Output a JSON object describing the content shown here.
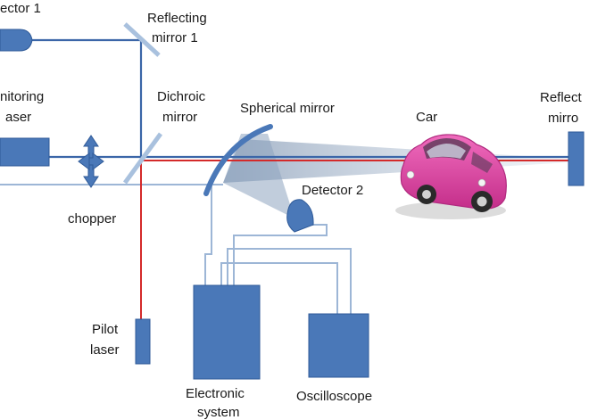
{
  "labels": {
    "detector1": "ector 1",
    "reflecting_mirror1_l1": "Reflecting",
    "reflecting_mirror1_l2": "mirror 1",
    "monitoring_laser_l1": "nitoring",
    "monitoring_laser_l2": "aser",
    "dichroic_mirror_l1": "Dichroic",
    "dichroic_mirror_l2": "mirror",
    "spherical_mirror": "Spherical mirror",
    "car": "Car",
    "reflecting_mirror2_l1": "Reflect",
    "reflecting_mirror2_l2": "mirro",
    "chopper": "chopper",
    "detector2": "Detector 2",
    "pilot_laser_l1": "Pilot",
    "pilot_laser_l2": "laser",
    "electronic_system_l1": "Electronic",
    "electronic_system_l2": "system",
    "oscilloscope": "Oscilloscope"
  },
  "colors": {
    "component": "#4a78b8",
    "component_edge": "#2f5a98",
    "beam_blue": "#3b66a8",
    "wire": "#9db6d6",
    "beam_red": "#d42a2a",
    "mirror_glass": "#a9c1de",
    "cone": "#7f97b5",
    "car_body": "#e24aa6",
    "car_dark": "#b02a7f"
  },
  "icons": {
    "car": "car-illustration-icon",
    "chopper": "double-arrow-icon"
  }
}
